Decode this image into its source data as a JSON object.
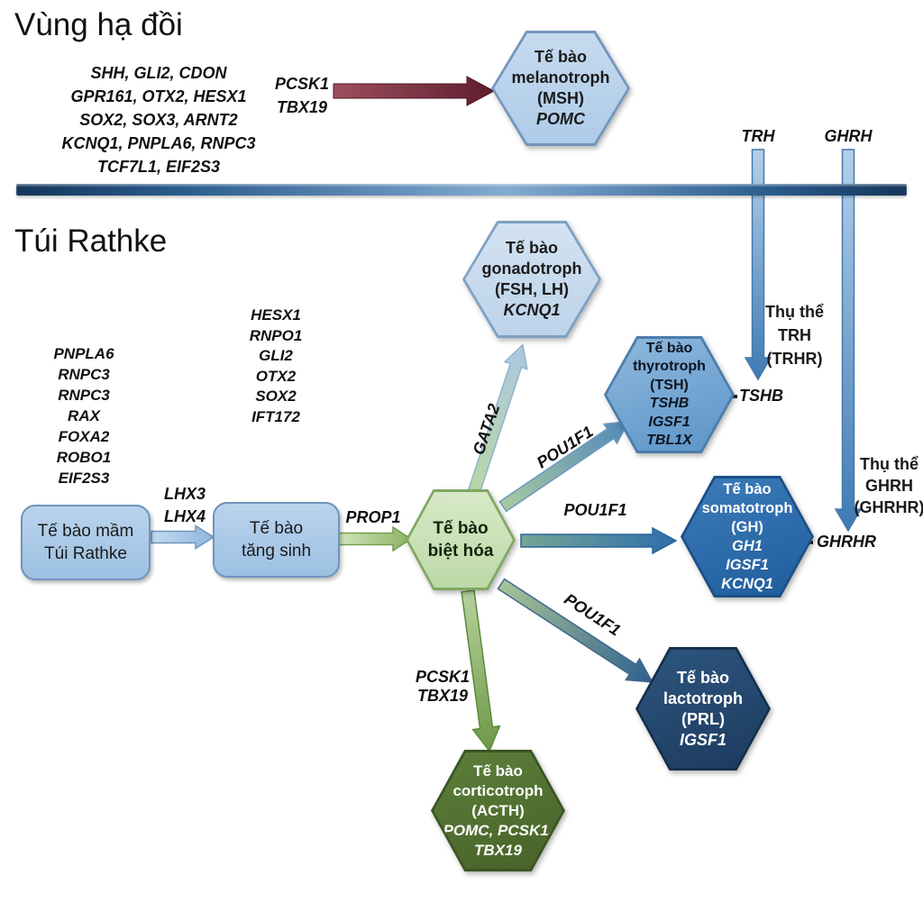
{
  "hypothalamus": {
    "title": "Vùng hạ đồi",
    "genes": [
      "SHH, GLI2, CDON",
      "GPR161, OTX2, HESX1",
      "SOX2, SOX3, ARNT2",
      "KCNQ1, PNPLA6, RNPC3",
      "TCF7L1, EIF2S3"
    ],
    "trh_label": "TRH",
    "ghrh_label": "GHRH"
  },
  "rathke": {
    "title": "Túi Rathke",
    "genes_left": [
      "PNPLA6",
      "RNPC3",
      "RNPC3",
      "RAX",
      "FOXA2",
      "ROBO1",
      "EIF2S3"
    ],
    "genes_middle": [
      "HESX1",
      "RNPO1",
      "GLI2",
      "OTX2",
      "SOX2",
      "IFT172"
    ]
  },
  "pathway_labels": {
    "pcsk1_top": [
      "PCSK1",
      "TBX19"
    ],
    "lhx": [
      "LHX3",
      "LHX4"
    ],
    "prop1": "PROP1",
    "gata2": "GATA2",
    "pou1f1_thyrotroph": "POU1F1",
    "pou1f1_somatotroph": "POU1F1",
    "pou1f1_lactotroph": "POU1F1",
    "pcsk1_bottom": [
      "PCSK1",
      "TBX19"
    ]
  },
  "nodes": {
    "stem": {
      "title": [
        "Tế bào mầm",
        "Túi Rathke"
      ]
    },
    "proliferating": {
      "title": [
        "Tế bào",
        "tăng sinh"
      ]
    },
    "differentiating": {
      "title": [
        "Tế bào",
        "biệt hóa"
      ]
    },
    "melanotroph": {
      "title": [
        "Tế bào",
        "melanotroph",
        "(MSH)"
      ],
      "genes": [
        "POMC"
      ]
    },
    "gonadotroph": {
      "title": [
        "Tế bào",
        "gonadotroph",
        "(FSH, LH)"
      ],
      "genes": [
        "KCNQ1"
      ]
    },
    "thyrotroph": {
      "title": [
        "Tế bào",
        "thyrotroph",
        "(TSH)"
      ],
      "genes": [
        "TSHB",
        "IGSF1",
        "TBL1X"
      ]
    },
    "somatotroph": {
      "title": [
        "Tế bào",
        "somatotroph",
        "(GH)"
      ],
      "genes": [
        "GH1",
        "IGSF1",
        "KCNQ1"
      ]
    },
    "lactotroph": {
      "title": [
        "Tế bào",
        "lactotroph",
        "(PRL)"
      ],
      "genes": [
        "IGSF1"
      ]
    },
    "corticotroph": {
      "title": [
        "Tế bào",
        "corticotroph",
        "(ACTH)"
      ],
      "genes": [
        "POMC, PCSK1,",
        "TBX19"
      ]
    }
  },
  "receptors": {
    "trhr": [
      "Thụ thể",
      "TRH",
      "(TRHR)"
    ],
    "ghrhr": [
      "Thụ thể",
      "GHRH",
      "(GHRHR)"
    ],
    "tshb_gene": "TSHB",
    "ghrhr_gene": "GHRHR"
  },
  "colors": {
    "light_blue_fill": "#b9d2ea",
    "blue_border": "#7396bd",
    "thyrotroph_fill": "#6ea6d6",
    "somatotroph_fill": "#2a6cad",
    "lactotroph_fill": "#24476f",
    "corticotroph_fill": "#527030",
    "green_fill": "#cbe1b8",
    "maroon_arrow": "#7b2838",
    "divider_blue": "#1c4168"
  }
}
